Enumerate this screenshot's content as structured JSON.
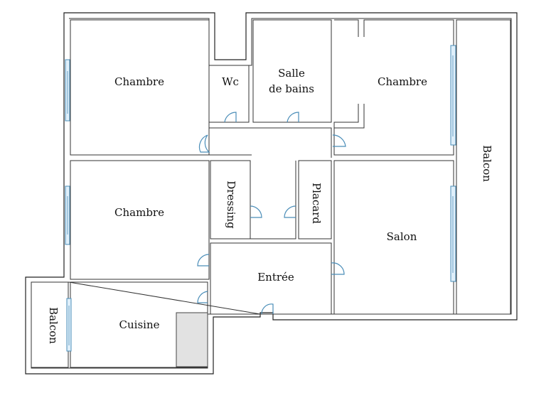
{
  "rooms": {
    "chambre_top_left": "Chambre",
    "wc": "Wc",
    "salle_de_bains_line1": "Salle",
    "salle_de_bains_line2": "de bains",
    "chambre_top_right": "Chambre",
    "balcon_right": "Balcon",
    "chambre_middle": "Chambre",
    "dressing": "Dressing",
    "placard": "Placard",
    "salon": "Salon",
    "entree": "Entrée",
    "balcon_left": "Balcon",
    "cuisine": "Cuisine"
  },
  "colors": {
    "wall": "#222222",
    "door": "#4a8db8",
    "window": "#dfeffa",
    "fixture": "#e2e2e2"
  }
}
